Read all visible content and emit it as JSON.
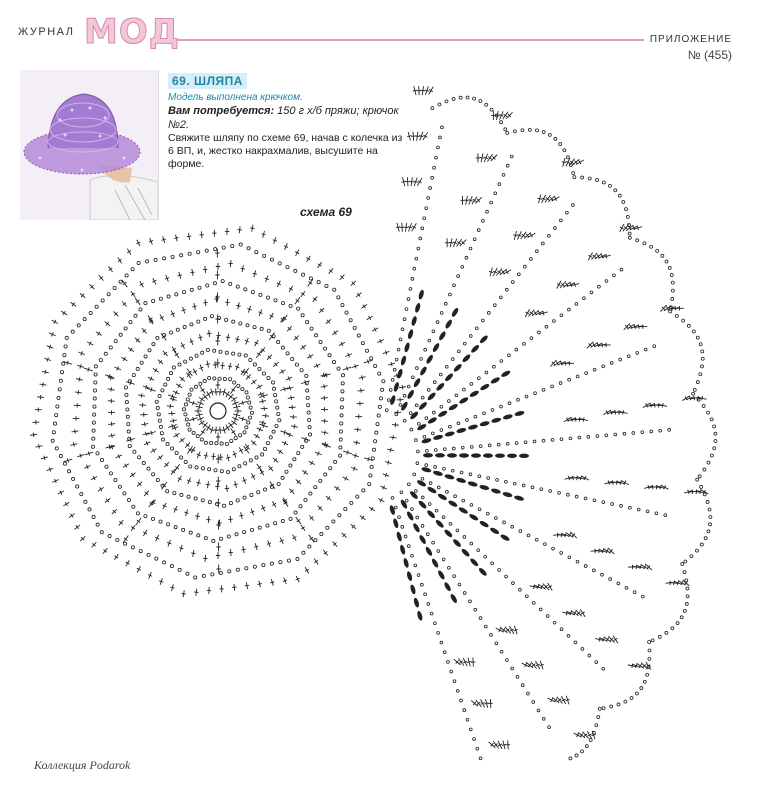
{
  "header": {
    "brand_small": "ЖУРНАЛ",
    "brand_big": "МОД",
    "supplement": "ПРИЛОЖЕНИЕ",
    "issue": "№ (455)"
  },
  "item": {
    "title": "69. ШЛЯПА",
    "made_by": "Модель выполнена крючком.",
    "needs_label": "Вам потребуется:",
    "needs_text": " 150 г х/б пряжи; крючок №2.",
    "instructions": "Свяжите шляпу по схеме 69, начав с колечка из 6 ВП, и, жестко накрахмалив, высушите на форме."
  },
  "diagram": {
    "label": "схема 69"
  },
  "footer": {
    "credit": "Коллекция Podarok"
  },
  "colors": {
    "brand_pink": "#e79abf",
    "title_blue": "#1f86a8",
    "hat_lilac": "#a37bd2",
    "ink": "#222222"
  }
}
